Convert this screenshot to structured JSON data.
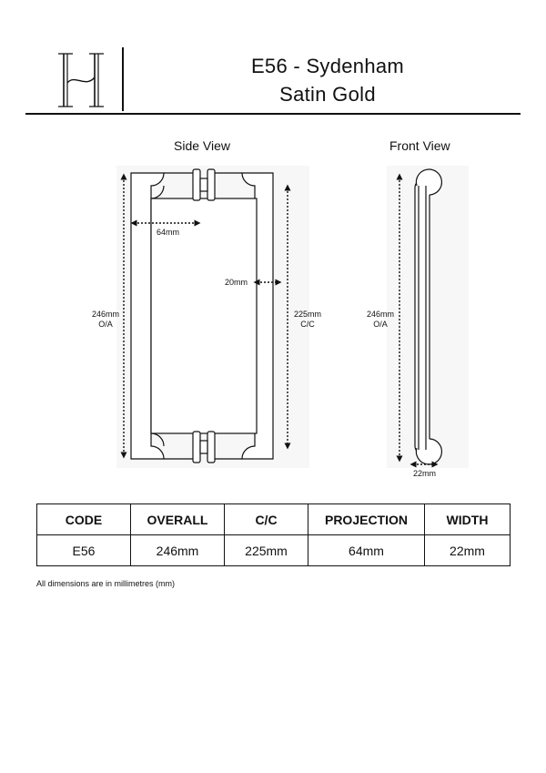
{
  "header": {
    "title_line1": "E56 - Sydenham",
    "title_line2": "Satin Gold"
  },
  "views": {
    "side": {
      "label": "Side View",
      "dim_projection": "64mm",
      "dim_bar": "20mm",
      "dim_overall": [
        "246mm",
        "O/A"
      ],
      "dim_centres": [
        "225mm",
        "C/C"
      ]
    },
    "front": {
      "label": "Front View",
      "dim_overall": [
        "246mm",
        "O/A"
      ],
      "dim_width": "22mm"
    }
  },
  "spec_table": {
    "headers": [
      "CODE",
      "OVERALL",
      "C/C",
      "PROJECTION",
      "WIDTH"
    ],
    "row": [
      "E56",
      "246mm",
      "225mm",
      "64mm",
      "22mm"
    ]
  },
  "note": "All dimensions are in millimetres (mm)"
}
